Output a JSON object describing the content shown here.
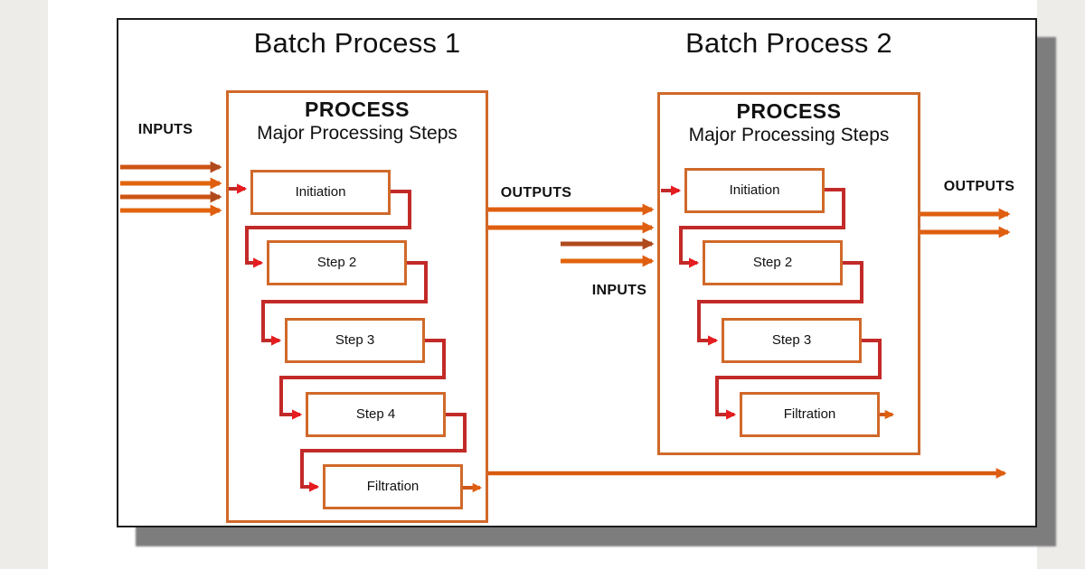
{
  "titles": {
    "batch1": "Batch Process 1",
    "batch2": "Batch Process 2"
  },
  "labels": {
    "inputs_left": "INPUTS",
    "outputs_between": "OUTPUTS",
    "inputs_between": "INPUTS",
    "outputs_right": "OUTPUTS"
  },
  "process1": {
    "header": "PROCESS",
    "subheader": "Major Processing Steps",
    "steps": [
      "Initiation",
      "Step 2",
      "Step 3",
      "Step 4",
      "Filtration"
    ]
  },
  "process2": {
    "header": "PROCESS",
    "subheader": "Major Processing Steps",
    "steps": [
      "Initiation",
      "Step 2",
      "Step 3",
      "Filtration"
    ]
  },
  "colors": {
    "page_background": "#EDECE9",
    "photo_background": "#FFFFFF",
    "canvas_border": "#1C1C1C",
    "drop_shadow": "#7D7D7D",
    "process_box_border": "#D0692A",
    "step_box_border": "#D0692A",
    "flow_arrow_orange": "#DF5E0F",
    "flow_arrow_dark": "#B04A1C",
    "cascade_red": "#C22A28",
    "arrowhead_red": "#E51C20",
    "text": "#111111"
  }
}
